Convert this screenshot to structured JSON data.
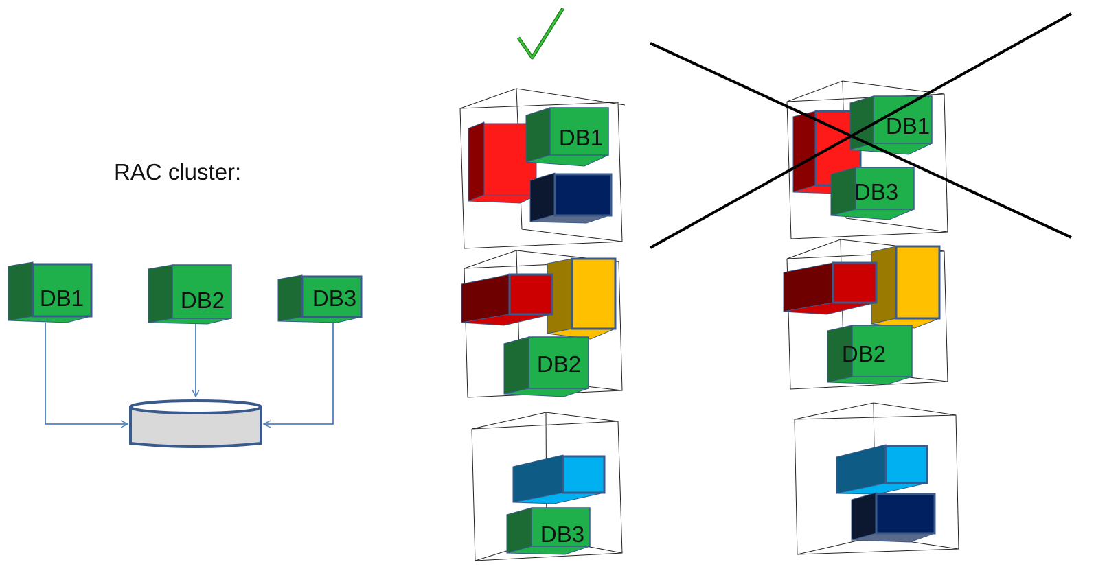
{
  "cluster_label": "RAC cluster:",
  "nodes": [
    {
      "label": "DB1"
    },
    {
      "label": "DB2"
    },
    {
      "label": "DB3"
    }
  ],
  "placements": {
    "valid": {
      "marker": "checkmark",
      "hosts": [
        {
          "db_label": "DB1"
        },
        {
          "db_label": "DB2"
        },
        {
          "db_label": "DB3"
        }
      ]
    },
    "invalid": {
      "marker": "cross",
      "hosts": [
        {
          "db_labels": [
            "DB1",
            "DB3"
          ]
        },
        {
          "db_label": "DB2"
        },
        {
          "db_label": ""
        }
      ]
    }
  },
  "colors": {
    "db_green": "#21b14c",
    "db_green_dark": "#1c6b34",
    "red": "#ff1a1a",
    "dark_red": "#8a0000",
    "yellow": "#ffc000",
    "navy": "#002060",
    "light_blue": "#00b0f0",
    "storage_fill": "#d9d9d9",
    "storage_stroke": "#3a5a8c",
    "connector": "#4f81bd",
    "check": "#2e9e2e"
  }
}
